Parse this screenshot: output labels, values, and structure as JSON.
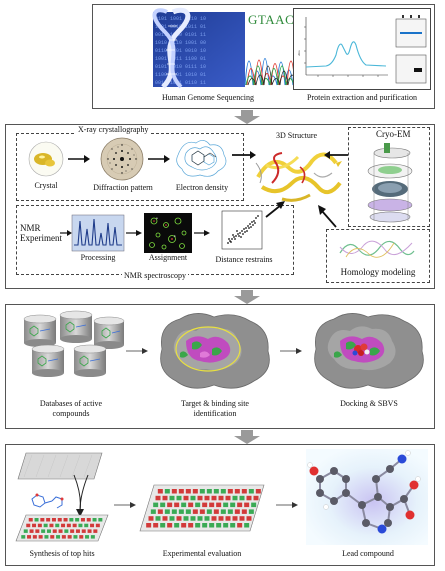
{
  "panel1": {
    "genome_label": "Human Genome Sequencing",
    "sequence_text": "GTAACGGTAC",
    "protein_label": "Protein extraction and purification"
  },
  "panel2": {
    "xray_title": "X-ray crystallography",
    "crystal_label": "Crystal",
    "diffraction_label": "Diffraction pattern",
    "density_label": "Electron density",
    "structure_label": "3D Structure",
    "cryo_label": "Cryo-EM",
    "nmr_experiment_line1": "NMR",
    "nmr_experiment_line2": "Experiment",
    "processing_label": "Processing",
    "assignment_label": "Assignment",
    "restrains_label": "Distance restrains",
    "nmr_title": "NMR spectroscopy",
    "homology_label": "Homology modeling"
  },
  "panel3": {
    "databases_line1": "Databases of active",
    "databases_line2": "compounds",
    "target_line1": "Target & binding site",
    "target_line2": "identification",
    "docking_label": "Docking & SBVS"
  },
  "panel4": {
    "synthesis_label": "Synthesis of top hits",
    "evaluation_label": "Experimental evaluation",
    "lead_label": "Lead compound"
  },
  "colors": {
    "flow_arrow": "#9a9a9a",
    "protein_surface": "#8f8f8f",
    "binding_magenta": "#c04cbf",
    "binding_green": "#3aa64a",
    "dna_bg": "#2a3f8f",
    "plate_red": "#d23a3a",
    "plate_green": "#3aaa55"
  }
}
